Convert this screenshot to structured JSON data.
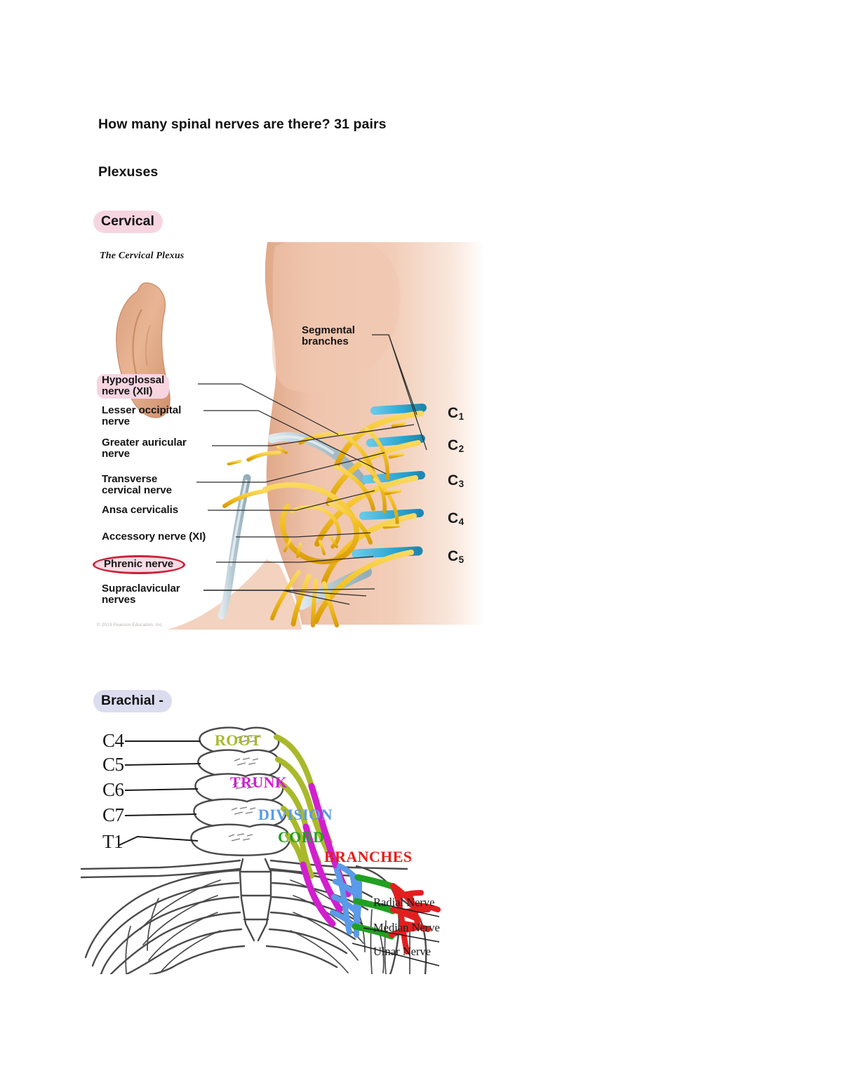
{
  "notes": {
    "question_line": "How many spinal nerves are there? 31 pairs",
    "section_heading": "Plexuses",
    "cervical_tag": "Cervical",
    "brachial_tag": "Brachial -"
  },
  "cervical_figure": {
    "title": "The Cervical Plexus",
    "credit": "© 2013 Pearson Education, Inc.",
    "segmental_label": "Segmental\nbranches",
    "labels": [
      {
        "text": "Hypoglossal\nnerve (XII)",
        "highlight": "pink"
      },
      {
        "text": "Lesser occipital\nnerve",
        "highlight": "none"
      },
      {
        "text": "Greater auricular\nnerve",
        "highlight": "none"
      },
      {
        "text": "Transverse\ncervical nerve",
        "highlight": "none"
      },
      {
        "text": "Ansa cervicalis",
        "highlight": "none"
      },
      {
        "text": "Accessory nerve (XI)",
        "highlight": "none"
      },
      {
        "text": "Phrenic nerve",
        "highlight": "pink-red-ellipse"
      },
      {
        "text": "Supraclavicular\nnerves",
        "highlight": "none"
      }
    ],
    "roots": [
      "C1",
      "C2",
      "C3",
      "C4",
      "C5"
    ],
    "colors": {
      "nerve": "#f5c324",
      "nerve_shade": "#e2a208",
      "vessel": "#b9cdd6",
      "root_blue": "#3fb3d8",
      "skin": "#edbfa6",
      "highlight_pink": "#f6d5e1",
      "ellipse_red": "#c9233a"
    }
  },
  "brachial_figure": {
    "vertebrae": [
      "C4",
      "C5",
      "C6",
      "C7",
      "T1"
    ],
    "segments": [
      {
        "label": "ROOT",
        "color": "#a9b92b"
      },
      {
        "label": "TRUNK",
        "color": "#d11fcf"
      },
      {
        "label": "DIVISION",
        "color": "#5a9ae8"
      },
      {
        "label": "CORD",
        "color": "#21a021"
      },
      {
        "label": "BRANCHES",
        "color": "#e21f1f"
      }
    ],
    "nerves": [
      "Radial Nerve",
      "Median Nerve",
      "Ulnar Nerve"
    ],
    "colors": {
      "outline": "#4a4a4a",
      "bone_fill": "#ffffff"
    }
  }
}
